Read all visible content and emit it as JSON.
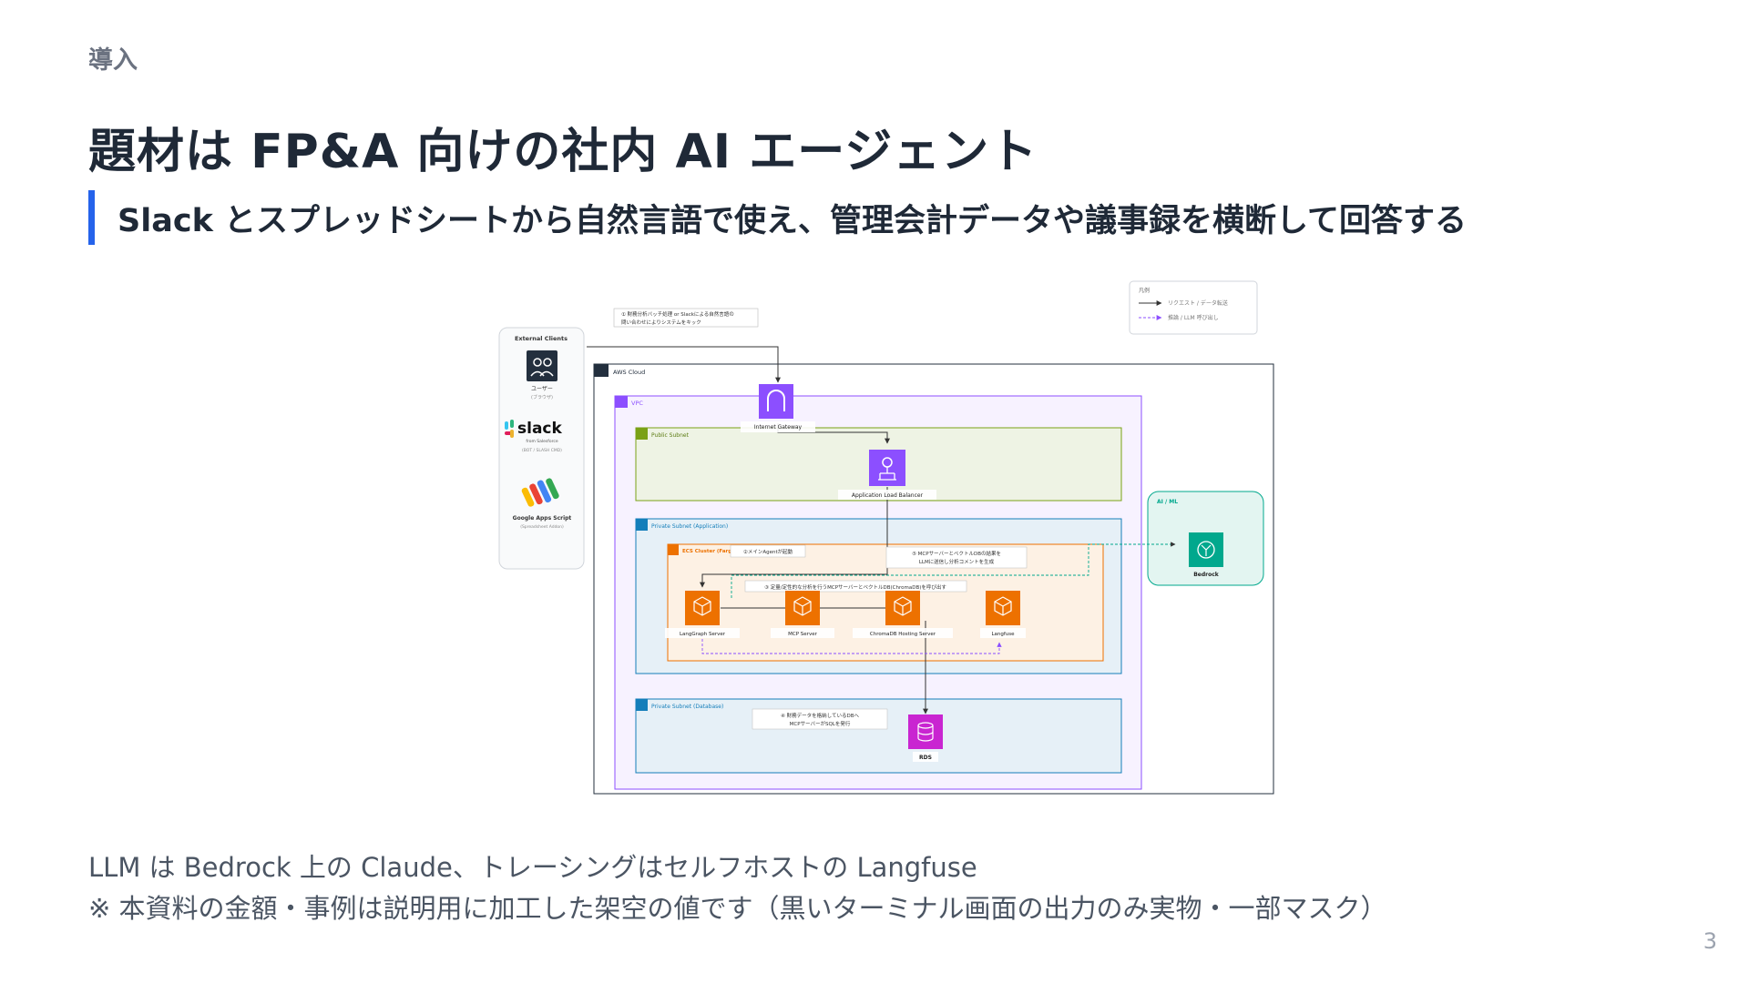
{
  "slide": {
    "section": "導入",
    "title": "題材は FP&A 向けの社内 AI エージェント",
    "subtitle": "Slack とスプレッドシートから自然言語で使え、管理会計データや議事録を横断して回答する",
    "note_1": "LLM は Bedrock 上の Claude、トレーシングはセルフホストの Langfuse",
    "note_2": "※ 本資料の金額・事例は説明用に加工した架空の値です（黒いターミナル画面の出力のみ実物・一部マスク）",
    "page_number": "3"
  },
  "diagram": {
    "legend": {
      "title": "凡例",
      "solid": "リクエスト / データ転送",
      "dashed": "推論 / LLM 呼び出し"
    },
    "top_note": {
      "line1": "① 財務分析バッチ処理 or Slackによる自然言語の",
      "line2": "問い合わせによりシステムをキック"
    },
    "external_clients": {
      "title": "External Clients",
      "user_label": "ユーザー",
      "user_sub": "(ブラウザ)",
      "slack_logo": "slack",
      "slack_sub": "from Salesforce",
      "slack_caption": "(BOT / SLASH CMD)",
      "gas_label": "Google Apps Script",
      "gas_sub": "(Spreadsheet Addon)"
    },
    "aws_cloud": "AWS Cloud",
    "vpc": "VPC",
    "internet_gateway": "Internet Gateway",
    "public_subnet": "Public Subnet",
    "alb": "Application Load Balancer",
    "private_subnet_app": "Private Subnet (Application)",
    "ecs_cluster": "ECS Cluster (Fargate)",
    "step2": "②メインAgentが起動",
    "step5_line1": "⑤ MCPサーバーとベクトルDBの結果を",
    "step5_line2": "LLMに送信し分析コメントを生成",
    "step3": "③ 定量/定性的な分析を行うMCPサーバーとベクトルDB(ChromaDB)を呼び出す",
    "services": [
      "LangGraph Server",
      "MCP Server",
      "ChromaDB Hosting Server",
      "Langfuse"
    ],
    "private_subnet_db": "Private Subnet (Database)",
    "step4_line1": "④ 財務データを格納しているDBへ",
    "step4_line2": "MCPサーバーがSQLを発行",
    "rds": "RDS",
    "ai_ml": "AI / ML",
    "bedrock": "Bedrock",
    "colors": {
      "accent": "#2563eb",
      "vpc": "#8c4fff",
      "public_subnet": "#7aa116",
      "private_subnet": "#147eba",
      "ecs": "#ed7100",
      "rds": "#c925d1",
      "ai_ml": "#01a88d"
    }
  }
}
